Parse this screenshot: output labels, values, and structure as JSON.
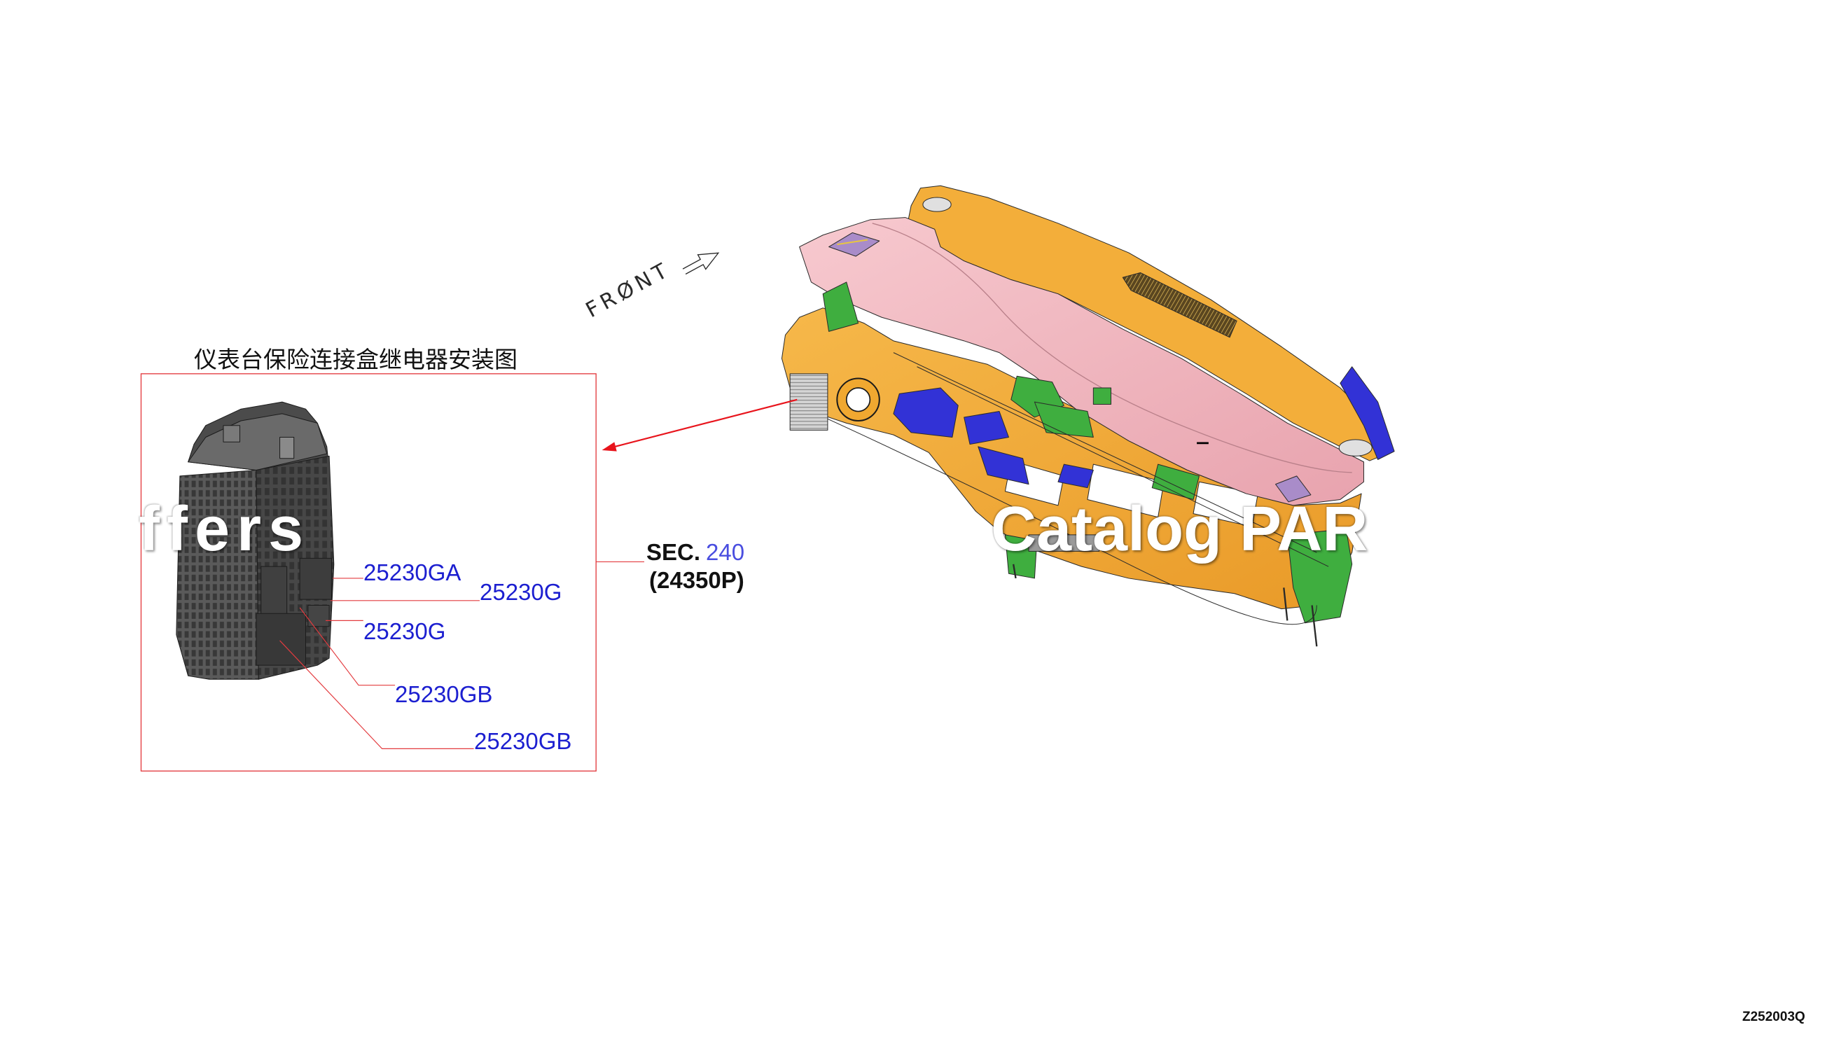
{
  "diagram": {
    "title": "仪表台保险连接盒继电器安装图",
    "front_label": "FRØNT",
    "section_ref": {
      "prefix": "SEC.",
      "number": "240",
      "code": "(24350P)"
    },
    "part_labels": [
      "25230GA",
      "25230G",
      "25230G",
      "25230GB",
      "25230GB"
    ],
    "image_code": "Z252003Q"
  },
  "watermark": {
    "left": "ffers",
    "right": "Catalog PAR"
  },
  "colors": {
    "label_blue": "#1c1fd0",
    "callout_red": "#e33b3f",
    "arrow_red": "#e8141c"
  }
}
